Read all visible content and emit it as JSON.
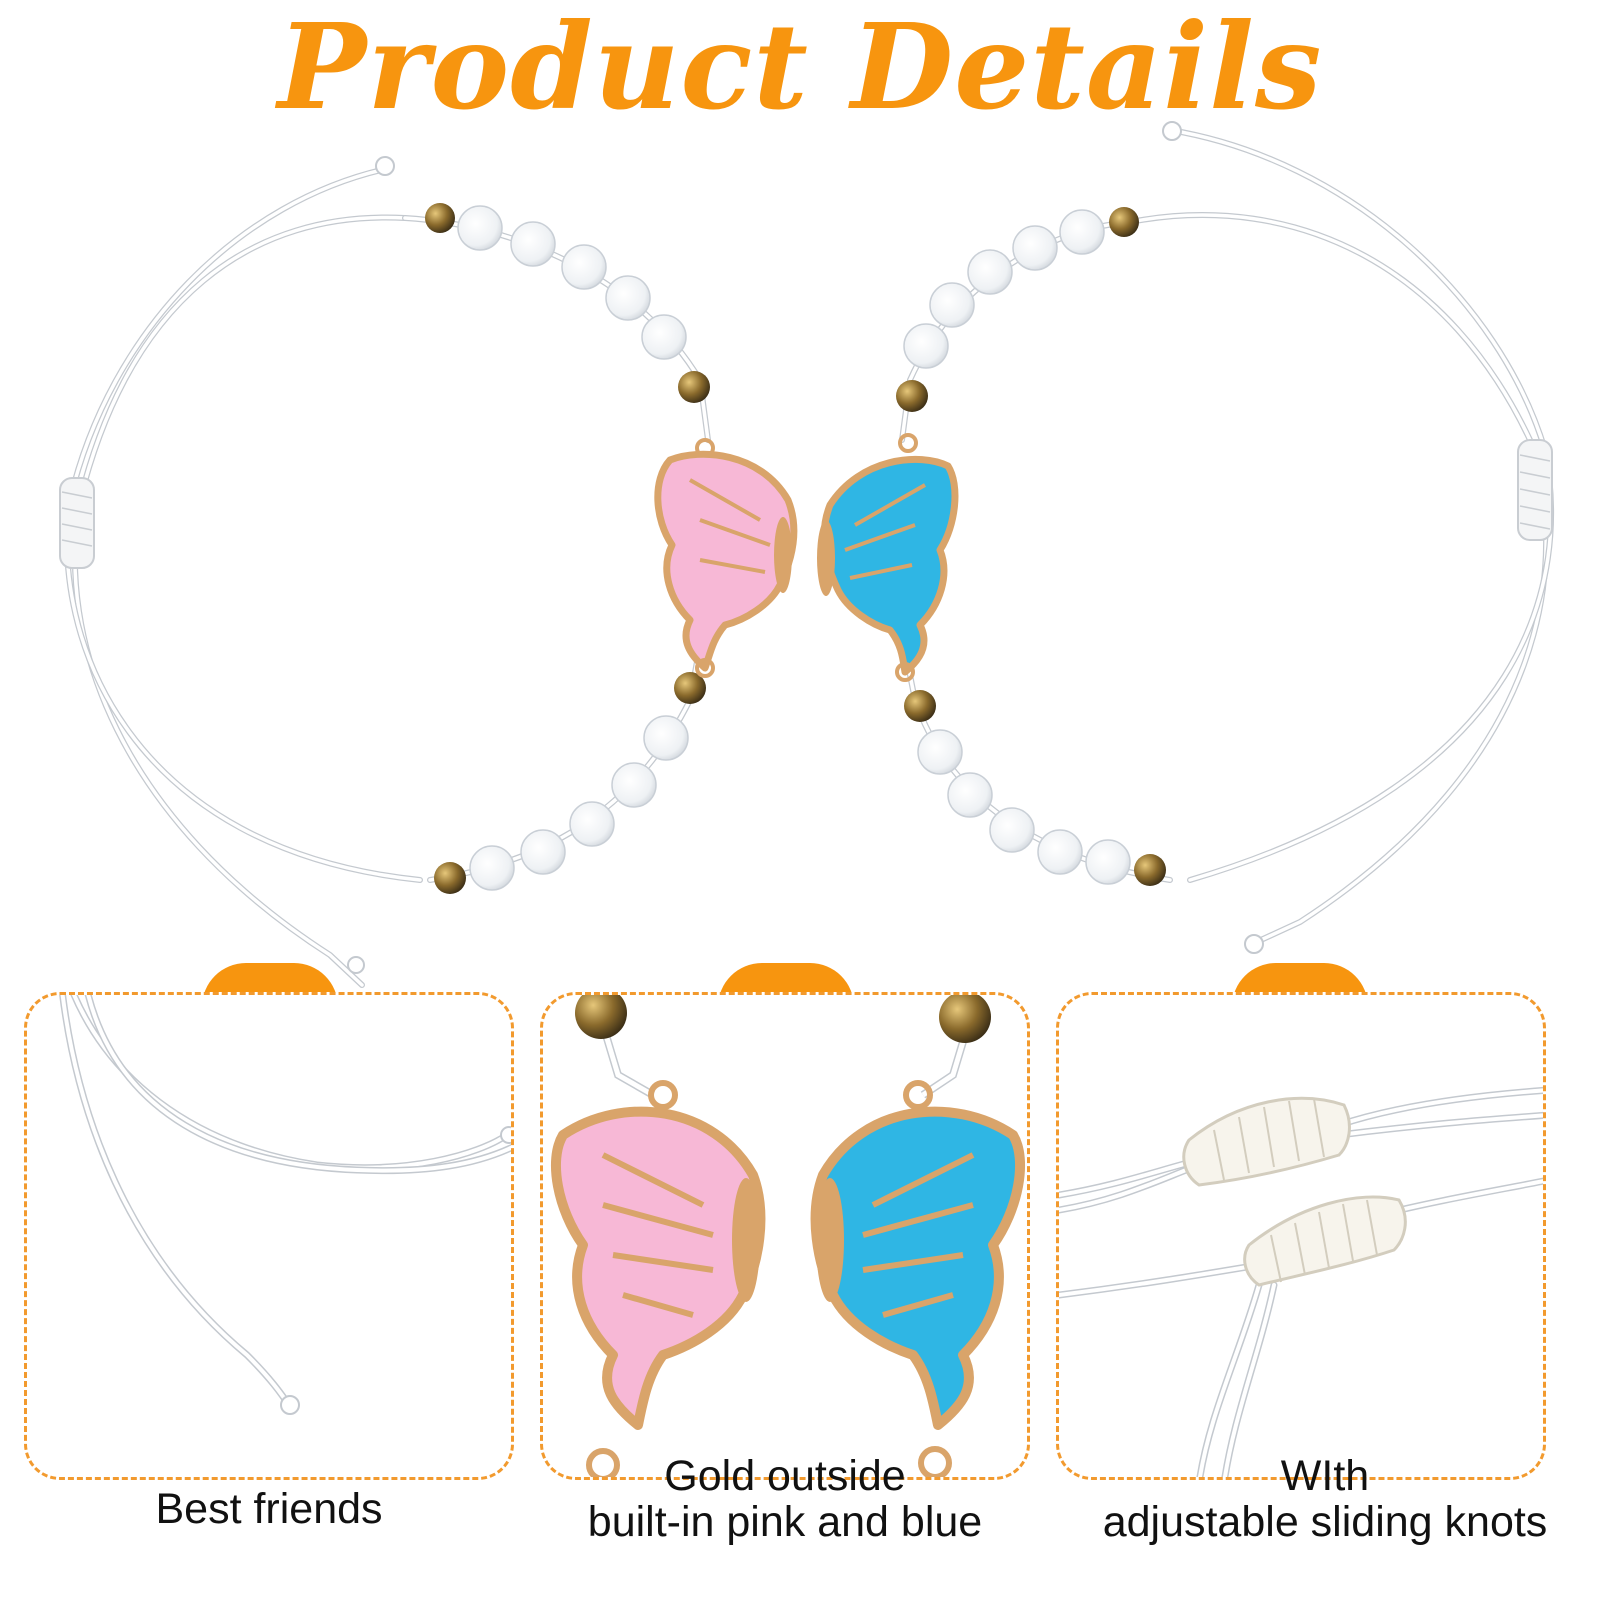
{
  "title": "Product Details",
  "colors": {
    "accent": "#F7950F",
    "cord": "#FFFFFF",
    "cord_outline": "#C9CDD2",
    "crystal_bead": "#EEF1F4",
    "metal_bead": "#8A6A2C",
    "gold": "#D9A46A",
    "pink_enamel": "#F7B8D6",
    "blue_enamel": "#2FB6E4"
  },
  "icons": {
    "product": "butterfly-bracelet",
    "detail_1": "cord-end",
    "detail_2": "butterfly-charms",
    "detail_3": "sliding-knot"
  },
  "features": [
    {
      "caption_line1": "",
      "caption_line2": "Best friends"
    },
    {
      "caption_line1": "Gold outside",
      "caption_line2": "built-in pink and blue"
    },
    {
      "caption_line1": "WIth",
      "caption_line2": "adjustable sliding knots"
    }
  ]
}
